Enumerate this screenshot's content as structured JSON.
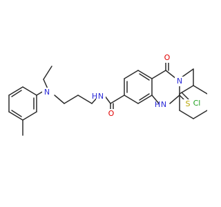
{
  "colors": {
    "bond": "#2b2b2b",
    "N": "#2a2ad8",
    "O": "#e00000",
    "S": "#b8a400",
    "Cl": "#1fa01f"
  },
  "labels": {
    "nitrogen_amine": "N",
    "nitrogen_amide": "N",
    "hydrogen_amide": "H",
    "oxygen_amide": "O",
    "oxygen_ketone": "O",
    "nitrogen_ring3": "N",
    "nitrogen_ring1": "N",
    "hydrogen_ring1": "H",
    "sulfur": "S",
    "chlorine": "Cl"
  }
}
